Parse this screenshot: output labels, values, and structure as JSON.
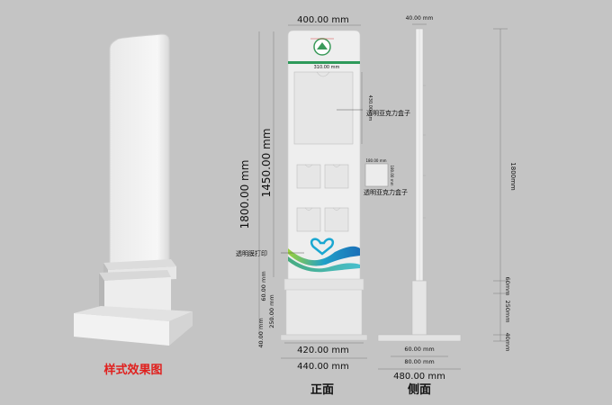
{
  "caption_effect": "样式效果图",
  "view_front": "正面",
  "view_side": "侧面",
  "front": {
    "width_top": "400.00 mm",
    "height_total": "1800.00 mm",
    "height_panel": "1450.00 mm",
    "inner_width": "310.00 mm",
    "box_height": "430.00 mm",
    "label_box_large": "透明亚克力盒子",
    "label_box_small": "透明亚克力盒子",
    "small_box_w": "180.00 mm",
    "small_box_h": "180.00 mm",
    "label_film": "透明膜打印",
    "dim_60": "60.00 mm",
    "dim_250": "250.00 mm",
    "dim_40": "40.00 mm",
    "width_base_top": "420.00 mm",
    "width_base": "440.00 mm"
  },
  "side": {
    "width_top": "40.00 mm",
    "height_total": "1800mm",
    "dim_60": "60mm",
    "dim_250": "250mm",
    "dim_40": "40mm",
    "width_neck": "60.00 mm",
    "width_foot_top": "80.00 mm",
    "width_foot": "480.00 mm"
  },
  "colors": {
    "background": "#c4c4c4",
    "panel": "#eeeeee",
    "accent_green": "#2e9a5a",
    "caption_red": "#e0201e"
  }
}
